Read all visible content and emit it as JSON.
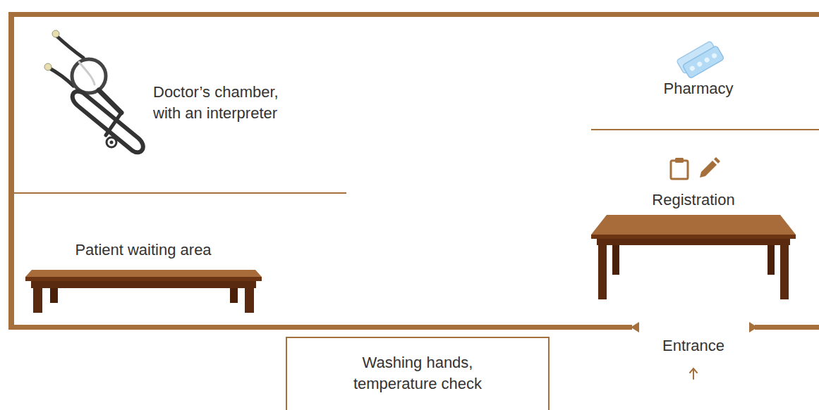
{
  "diagram": {
    "nodes": [
      {
        "text": [
          "Washing hands, temperature check"
        ]
      }
    ],
    "labels": [
      "Doctor’s chamber, with an interpreter",
      "Pharmacy",
      "Registration",
      "Patient waiting area",
      "Entrance"
    ]
  }
}
